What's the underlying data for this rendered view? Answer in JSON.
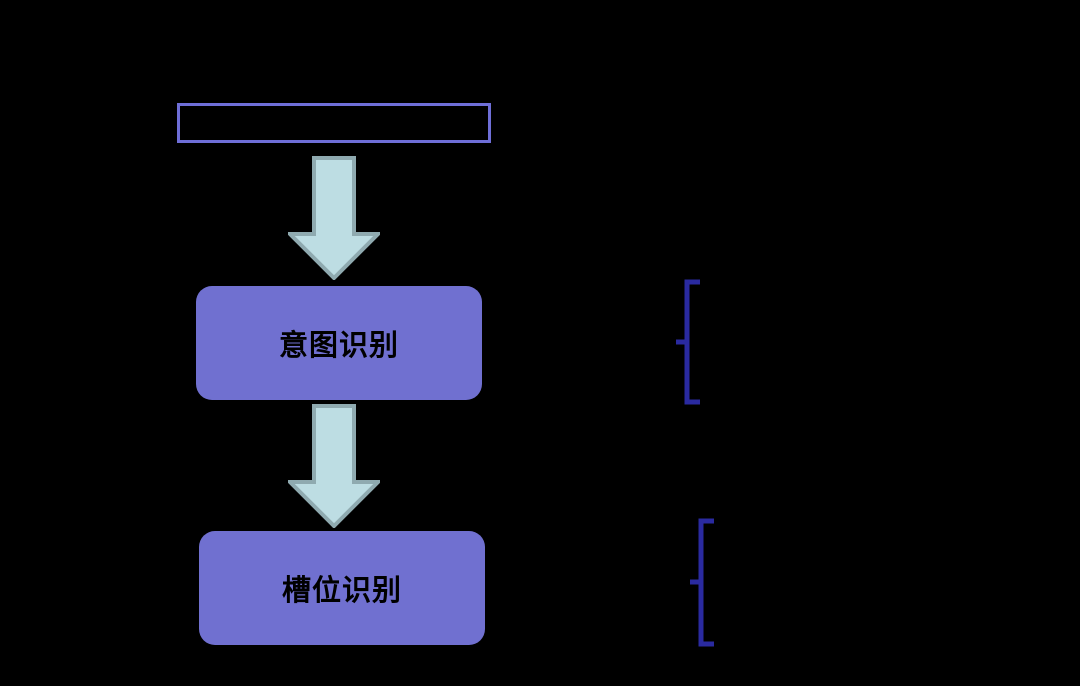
{
  "diagram": {
    "title": "",
    "background_color": "#000000",
    "type": "flowchart",
    "orientation": "vertical"
  },
  "nodes": {
    "input_box": {
      "label": "",
      "shape": "rectangle",
      "border_color": "#6F6FD8",
      "fill_color": "transparent"
    },
    "step_intent": {
      "label": "意图识别",
      "shape": "rounded-rectangle",
      "fill_color": "#7070D0",
      "text_color": "#000000"
    },
    "step_slot": {
      "label": "槽位识别",
      "shape": "rounded-rectangle",
      "fill_color": "#7070D0",
      "text_color": "#000000"
    }
  },
  "connectors": {
    "arrow_1": {
      "direction": "down",
      "fill_color": "#BDDDE3",
      "stroke_color": "#8FAAB0",
      "from": "input_box",
      "to": "step_intent"
    },
    "arrow_2": {
      "direction": "down",
      "fill_color": "#BDDDE3",
      "stroke_color": "#8FAAB0",
      "from": "step_intent",
      "to": "step_slot"
    }
  },
  "annotations": {
    "bracket_1": {
      "label": "",
      "color": "#2A2AA0",
      "orientation": "left-facing",
      "attached_to": "step_intent"
    },
    "bracket_2": {
      "label": "",
      "color": "#2A2AA0",
      "orientation": "left-facing",
      "attached_to": "step_slot"
    }
  }
}
